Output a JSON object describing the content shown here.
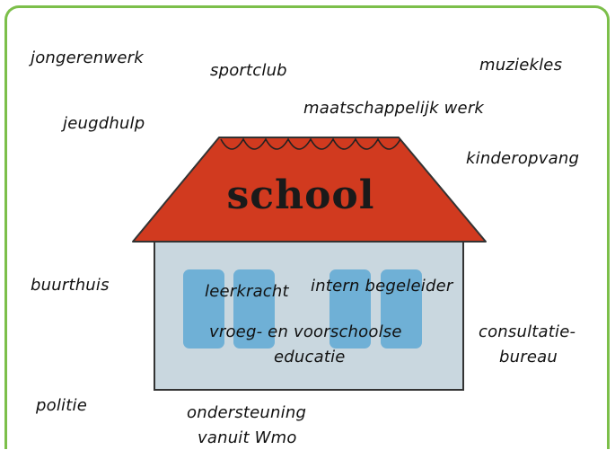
{
  "diagram": {
    "center": {
      "title": "school",
      "inside_labels": {
        "teacher": "leerkracht",
        "intern": "intern begeleider",
        "vve_line1": "vroeg- en voorschoolse",
        "vve_line2": "educatie"
      }
    },
    "surrounding": {
      "jongerenwerk": "jongerenwerk",
      "sportclub": "sportclub",
      "muziekles": "muziekles",
      "jeugdhulp": "jeugdhulp",
      "maatschappelijk_werk": "maatschappelijk werk",
      "kinderopvang": "kinderopvang",
      "buurthuis": "buurthuis",
      "consultatiebureau_line1": "consultatie-",
      "consultatiebureau_line2": "bureau",
      "politie": "politie",
      "wmo_line1": "ondersteuning",
      "wmo_line2": "vanuit Wmo"
    },
    "colors": {
      "frame": "#7cbf4a",
      "roof": "#d13a1f",
      "wall": "#c9d7df",
      "window": "#6fb0d6"
    }
  }
}
